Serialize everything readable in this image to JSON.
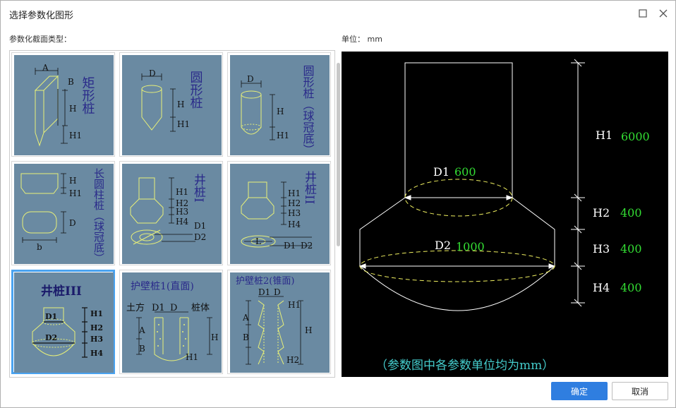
{
  "window": {
    "title": "选择参数化图形",
    "maximize_icon": "maximize-icon",
    "close_icon": "close-icon"
  },
  "labels": {
    "section_type": "参数化截面类型：",
    "unit": "单位：  mm"
  },
  "gallery": {
    "selected_index": 6,
    "items": [
      {
        "name": "矩形桩",
        "texts": [
          "A",
          "B",
          "H",
          "H1"
        ]
      },
      {
        "name": "圆形桩",
        "texts": [
          "D",
          "H",
          "H1"
        ]
      },
      {
        "name": "圆形桩（球冠底）",
        "texts": [
          "D",
          "H",
          "H1"
        ]
      },
      {
        "name": "长圆柱桩（球冠底）",
        "texts": [
          "H",
          "H1",
          "D",
          "b"
        ]
      },
      {
        "name": "井桩I",
        "texts": [
          "H1",
          "H2",
          "H3",
          "H4",
          "D1",
          "D2"
        ]
      },
      {
        "name": "井桩II",
        "texts": [
          "H1",
          "H2",
          "H3",
          "H4",
          "L",
          "D1",
          "D2"
        ]
      },
      {
        "name": "井桩III",
        "texts": [
          "D1",
          "D2",
          "H1",
          "H2",
          "H3",
          "H4"
        ]
      },
      {
        "name": "护壁桩1(直面)",
        "texts": [
          "土方",
          "D1",
          "D",
          "桩体",
          "A",
          "B",
          "H",
          "H1"
        ]
      },
      {
        "name": "护壁桩2(锥面)",
        "texts": [
          "D1",
          "D",
          "A",
          "B",
          "H1",
          "H",
          "H2"
        ]
      }
    ]
  },
  "preview": {
    "params": [
      {
        "name": "H1",
        "value": "6000"
      },
      {
        "name": "H2",
        "value": "400"
      },
      {
        "name": "H3",
        "value": "400"
      },
      {
        "name": "H4",
        "value": "400"
      },
      {
        "name": "D1",
        "value": "600"
      },
      {
        "name": "D2",
        "value": "1000"
      }
    ],
    "note": "（参数图中各参数单位均为mm）",
    "colors": {
      "bg": "#000000",
      "line": "#ffffff",
      "dash": "#f0f060",
      "value": "#33dd33",
      "note": "#44cccc"
    }
  },
  "buttons": {
    "ok": "确定",
    "cancel": "取消"
  }
}
